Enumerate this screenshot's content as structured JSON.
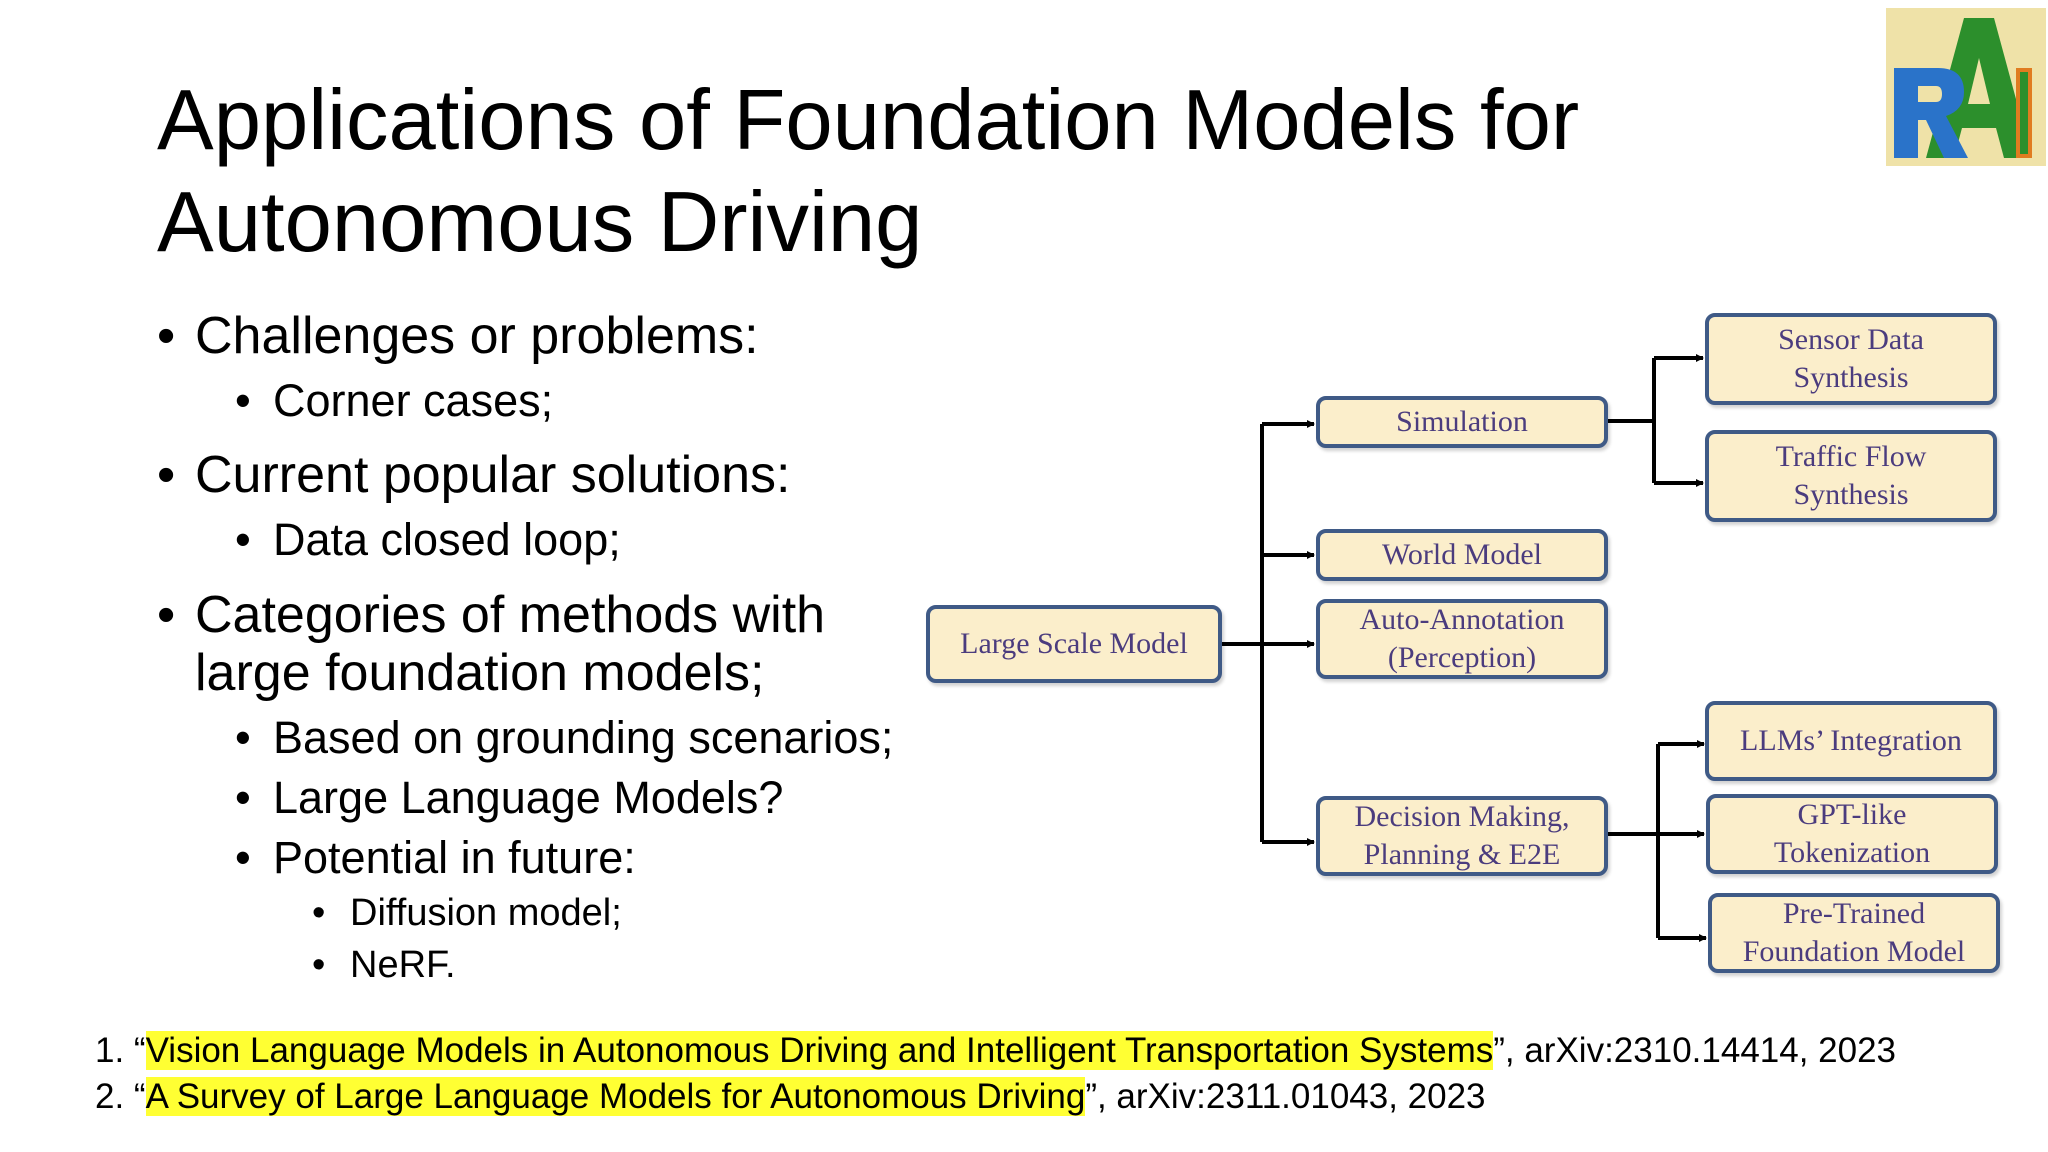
{
  "slide": {
    "title_line1": "Applications of Foundation Models for",
    "title_line2": "Autonomous Driving"
  },
  "logo": {
    "letters": "RAI",
    "colors": {
      "r": "#2a73c9",
      "a": "#2c8f2c",
      "i": "#e07c20",
      "background": "#efe2a8"
    }
  },
  "bullets": [
    {
      "level": 1,
      "text": "Challenges or problems:"
    },
    {
      "level": 2,
      "text": "Corner cases;"
    },
    {
      "level": 1,
      "text": "Current popular solutions:"
    },
    {
      "level": 2,
      "text": "Data closed loop;"
    },
    {
      "level": 1,
      "text": "Categories of methods with large foundation models;"
    },
    {
      "level": 2,
      "text": "Based on grounding scenarios;"
    },
    {
      "level": 2,
      "text": "Large Language Models?"
    },
    {
      "level": 2,
      "text": "Potential in future:"
    },
    {
      "level": 3,
      "text": "Diffusion model;"
    },
    {
      "level": 3,
      "text": "NeRF."
    }
  ],
  "bullet_category_line1": "Categories of methods with",
  "bullet_category_line2": "large foundation models;",
  "bullet_symbol": "•",
  "diagram": {
    "root": "Large Scale Model",
    "simulation": "Simulation",
    "world_model": "World Model",
    "auto_annotation_line1": "Auto-Annotation",
    "auto_annotation_line2": "(Perception)",
    "decision_line1": "Decision Making,",
    "decision_line2": "Planning & E2E",
    "sensor_line1": "Sensor Data",
    "sensor_line2": "Synthesis",
    "traffic_line1": "Traffic Flow",
    "traffic_line2": "Synthesis",
    "llm_integration": "LLMs’ Integration",
    "gpt_line1": "GPT-like",
    "gpt_line2": "Tokenization",
    "pretrained_line1": "Pre-Trained",
    "pretrained_line2": "Foundation Model",
    "colors": {
      "box_fill": "#fbeecb",
      "box_border": "#3f5a86",
      "box_text": "#4b3c7e"
    }
  },
  "references": [
    {
      "num": "1. ",
      "open_quote": "“",
      "title": "Vision Language Models in Autonomous Driving and Intelligent Transportation Systems",
      "close": "”, arXiv:2310.14414, 2023"
    },
    {
      "num": "2. ",
      "open_quote": "“",
      "title": "A Survey of Large Language Models for Autonomous Driving",
      "close": "”, arXiv:2311.01043, 2023"
    }
  ],
  "highlight_color": "#ffff33"
}
